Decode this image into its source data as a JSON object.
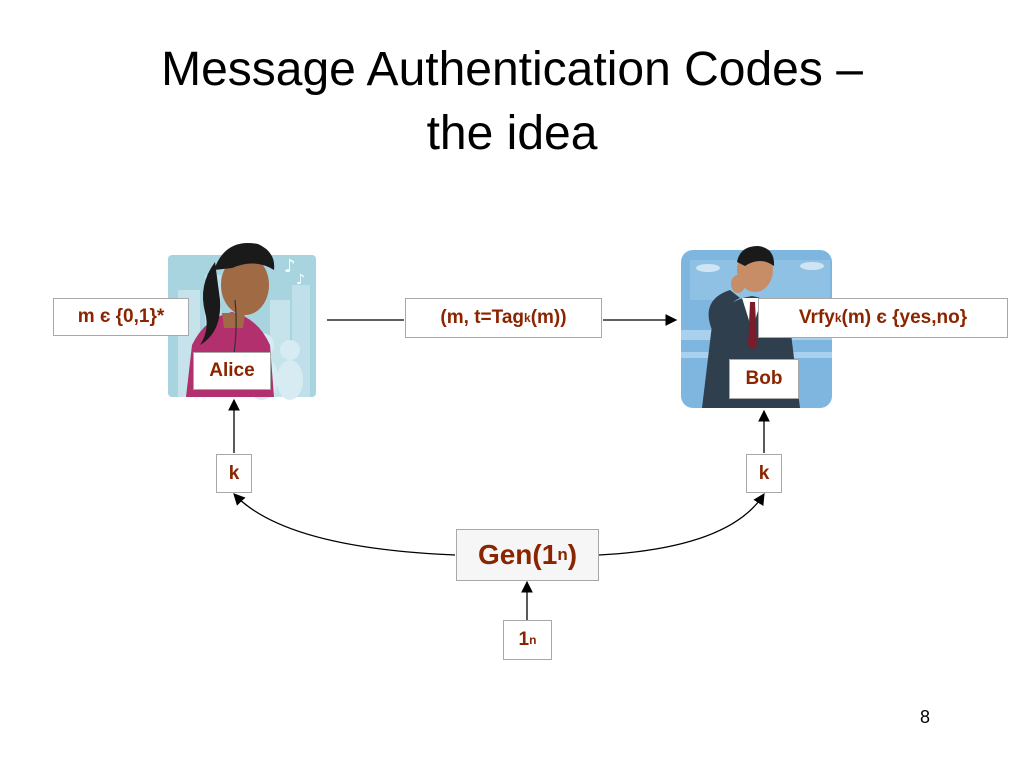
{
  "slide": {
    "title_line1": "Message Authentication Codes –",
    "title_line2": "the idea",
    "page_number": "8"
  },
  "alice": {
    "name": "Alice",
    "message_space": "m є {0,1}*"
  },
  "bob": {
    "name": "Bob",
    "verify_pre": "Vrfy",
    "verify_sub": "k",
    "verify_post": "(m) є {yes,no}"
  },
  "channel": {
    "pre": "(m, t=Tag",
    "sub": "k",
    "post": "(m))"
  },
  "keys": {
    "alice_key": "k",
    "bob_key": "k"
  },
  "gen": {
    "pre": "Gen(1",
    "sup": "n",
    "post": ")"
  },
  "security_param": {
    "base": "1",
    "sup": "n"
  },
  "colors": {
    "label_text": "#8b2500",
    "alice_bg": "#a8d4e0",
    "bob_bg": "#7fb6df",
    "arrow": "#000000"
  }
}
